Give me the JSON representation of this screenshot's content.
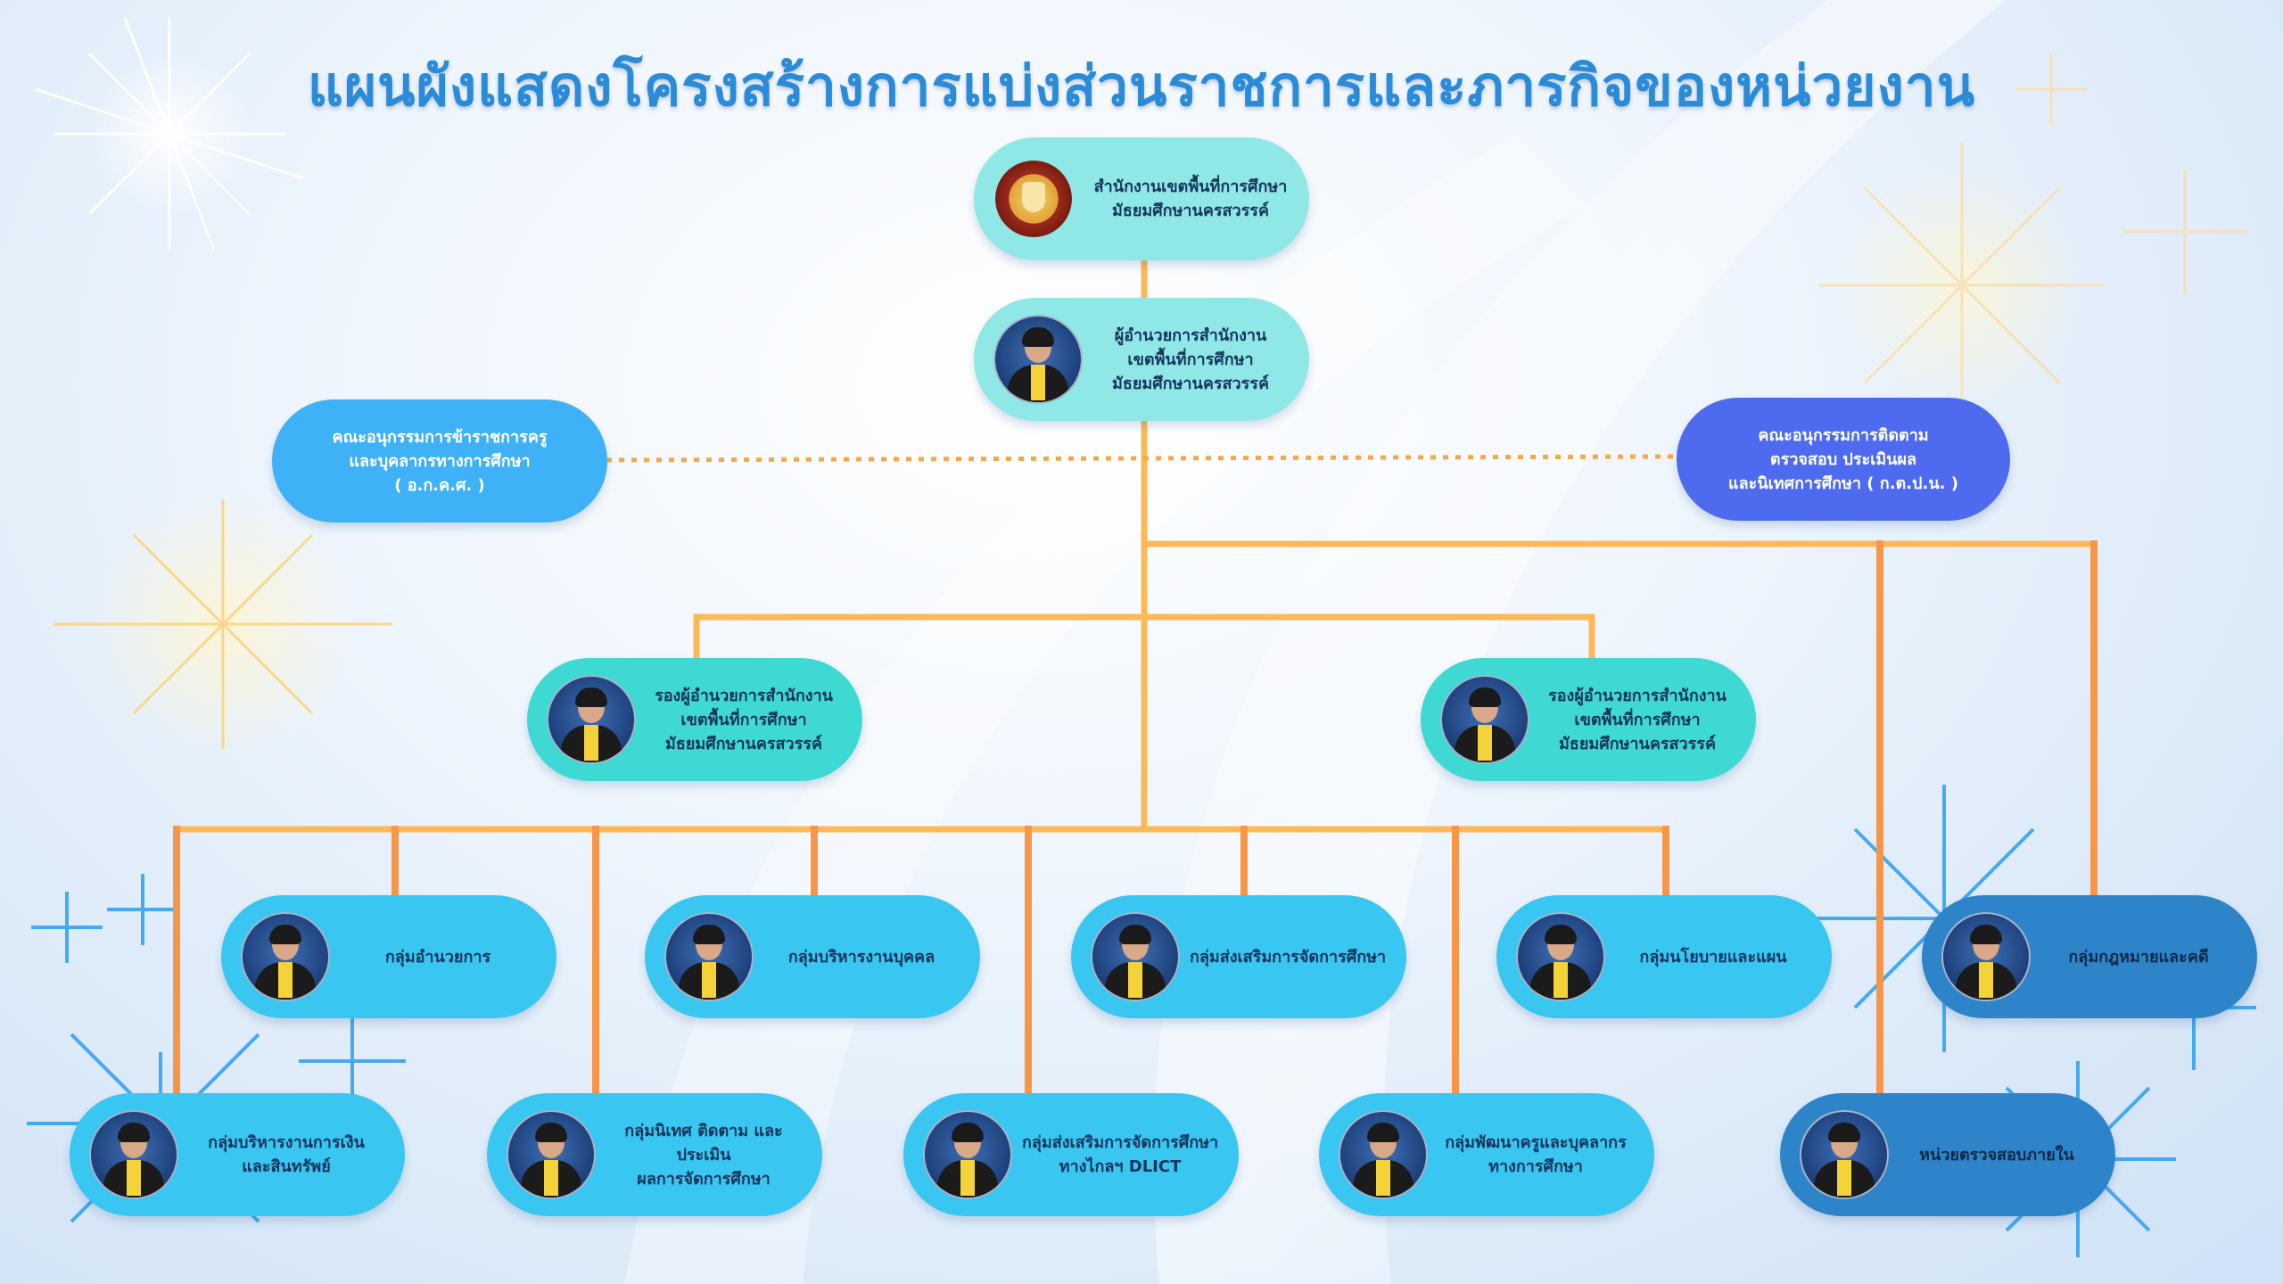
{
  "title": "แผนผังแสดงโครงสร้างการแบ่งส่วนราชการและภารกิจของหน่วยงาน",
  "colors": {
    "title": "#2a8bd8",
    "connector": "#fdb958",
    "connector_dark": "#f79649",
    "dotted": "#f5a84a",
    "top_node": "#8fe8e6",
    "deputy_node": "#3fd9d3",
    "group_node": "#39c6f0",
    "left_committee": "#3fb1f7",
    "right_committee": "#4e6bf0",
    "legal_node": "#2d84c8"
  },
  "office": {
    "label": "สำนักงานเขตพื้นที่การศึกษา\nมัธยมศึกษานครสวรรค์",
    "icon": "emblem-logo"
  },
  "director": {
    "label": "ผู้อำนวยการสำนักงาน\nเขตพื้นที่การศึกษา\nมัธยมศึกษานครสวรรค์"
  },
  "committees": {
    "left": "คณะอนุกรรมการข้าราชการครู\nและบุคลากรทางการศึกษา\n( อ.ก.ค.ศ. )",
    "right": "คณะอนุกรรมการติดตาม\nตรวจสอบ ประเมินผล\nและนิเทศการศึกษา ( ก.ต.ป.น. )"
  },
  "deputies": [
    {
      "label": "รองผู้อำนวยการสำนักงาน\nเขตพื้นที่การศึกษา\nมัธยมศึกษานครสวรรค์"
    },
    {
      "label": "รองผู้อำนวยการสำนักงาน\nเขตพื้นที่การศึกษา\nมัธยมศึกษานครสวรรค์"
    }
  ],
  "groups": [
    {
      "label": "กลุ่มอำนวยการ"
    },
    {
      "label": "กลุ่มบริหารงานบุคคล"
    },
    {
      "label": "กลุ่มส่งเสริมการจัดการศึกษา"
    },
    {
      "label": "กลุ่มนโยบายและแผน"
    },
    {
      "label": "กลุ่มกฎหมายและคดี"
    },
    {
      "label": "กลุ่มบริหารงานการเงิน\nและสินทรัพย์"
    },
    {
      "label": "กลุ่มนิเทศ ติดตาม และประเมิน\nผลการจัดการศึกษา"
    },
    {
      "label": "กลุ่มส่งเสริมการจัดการศึกษา\nทางไกลฯ DLICT"
    },
    {
      "label": "กลุ่มพัฒนาครูและบุคลากร\nทางการศึกษา"
    },
    {
      "label": "หน่วยตรวจสอบภายใน"
    }
  ]
}
